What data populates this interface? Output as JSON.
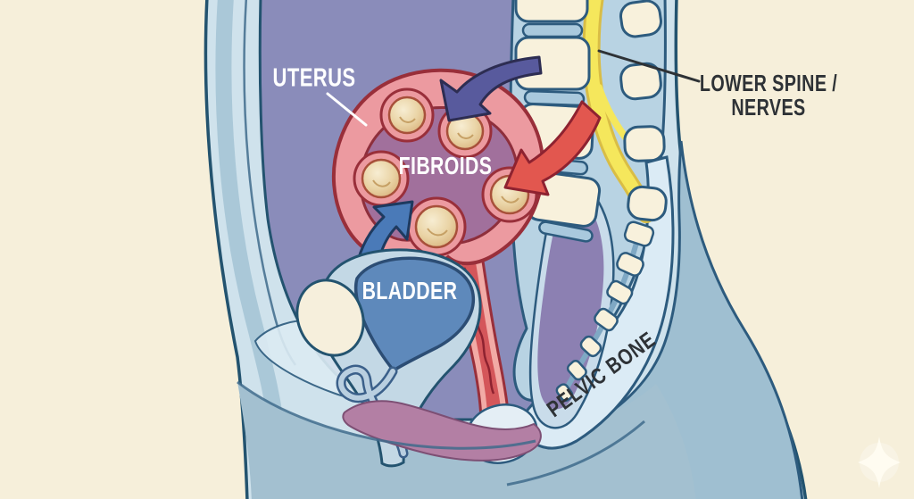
{
  "labels": {
    "uterus": "UTERUS",
    "fibroids": "FIBROIDS",
    "bladder": "BLADDER",
    "lower_spine_line1": "LOWER SPINE /",
    "lower_spine_line2": "NERVES",
    "pelvic_bone": "PELVIC BONE"
  },
  "icons": {
    "arrow_top_purple": "curved-arrow-pointing-down-left",
    "arrow_right_red": "curved-arrow-pointing-left",
    "arrow_bottom_blue": "curved-arrow-pointing-up-right",
    "sparkle": "four-point-star"
  },
  "colors": {
    "background": "#f6efda",
    "skin": "#cfe2ec",
    "outline": "#23536f",
    "abdominal_cavity": "#8a8cba",
    "uterus_wall": "#ec9aa0",
    "uterus_outline": "#992f3a",
    "uterus_cavity": "#a1709c",
    "fibroid": "#eed9b0",
    "bladder": "#5e89bb",
    "bladder_halo": "#c3d8e5",
    "nerve_yellow": "#f5e75c",
    "bone_cream": "#f8f1dc",
    "disc_blue": "#a9c9dd",
    "rectum": "#8c80b2",
    "perineum": "#b37fa4",
    "arrow_purple": "#585a9d",
    "arrow_red": "#e2574f",
    "arrow_blue": "#4a7ab8",
    "label_light": "#ffffff",
    "label_dark": "#2e3236"
  }
}
